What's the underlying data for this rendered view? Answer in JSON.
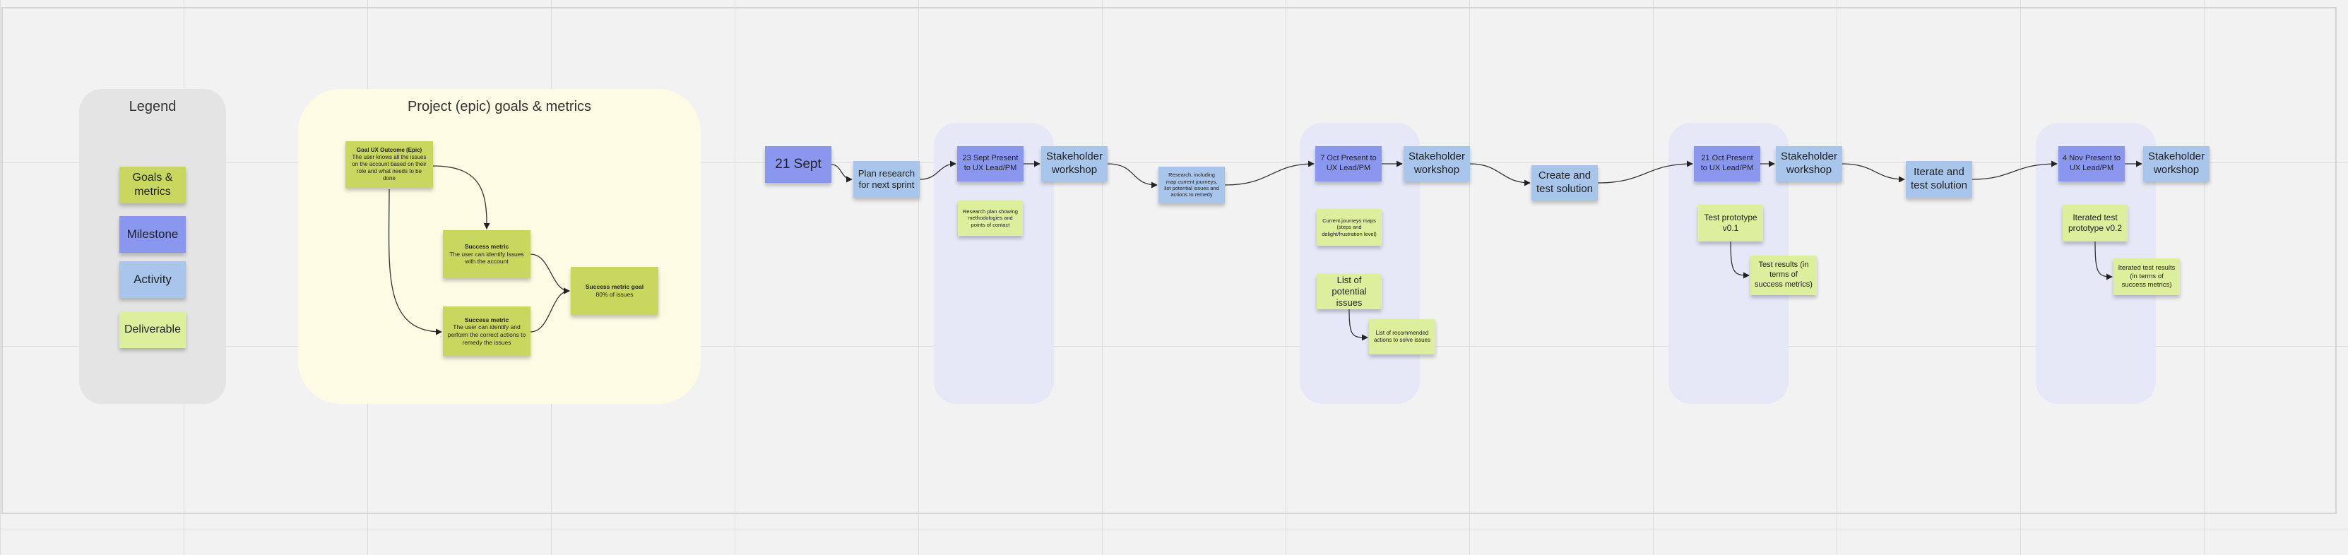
{
  "legend": {
    "title": "Legend",
    "items": {
      "goals": "Goals & metrics",
      "milestone": "Milestone",
      "activity": "Activity",
      "deliverable": "Deliverable"
    }
  },
  "project": {
    "title": "Project (epic) goals & metrics",
    "goal": {
      "heading": "Goal UX Outcome (Epic)",
      "text": "The user knows all the issues on the account based on their role and what needs to be done"
    },
    "metric1": {
      "heading": "Success metric",
      "text": "The user can identify issues with the account"
    },
    "metric2": {
      "heading": "Success metric",
      "text": "The user can identify and perform the correct actions to remedy the issues"
    },
    "metric_goal": {
      "heading": "Success metric goal",
      "text": "80% of issues"
    }
  },
  "timeline": {
    "start": "21 Sept",
    "plan": "Plan research for next sprint",
    "sprints": [
      {
        "milestone": "23 Sept Present to UX Lead/PM",
        "workshop": "Stakeholder workshop",
        "deliverables": [
          "Research plan showing methodologies and points of contact"
        ]
      },
      {
        "milestone": "7 Oct Present to UX Lead/PM",
        "workshop": "Stakeholder workshop",
        "deliverables": [
          "Current journeys maps (steps and delight/frustration level)",
          "List of potential issues",
          "List of recommended actions to solve issues"
        ]
      },
      {
        "milestone": "21 Oct Present to UX Lead/PM",
        "workshop": "Stakeholder workshop",
        "deliverables": [
          "Test prototype v0.1",
          "Test results (in terms of success metrics)"
        ]
      },
      {
        "milestone": "4 Nov Present to UX Lead/PM",
        "workshop": "Stakeholder workshop",
        "deliverables": [
          "Iterated test prototype v0.2",
          "Iterated test results (in terms of success metrics)"
        ]
      }
    ],
    "between": [
      "Research, including map current journeys, list potential issues and actions to remedy",
      "Create and test solution",
      "Iterate and test solution"
    ]
  },
  "colors": {
    "goals": "#c9d75e",
    "milestone": "#8a97ef",
    "activity": "#a8c6ec",
    "deliverable": "#dcef9c",
    "legend_panel": "#e4e4e4",
    "project_panel": "#fdfbe3",
    "sprint_panel": "#e6e8f7"
  }
}
